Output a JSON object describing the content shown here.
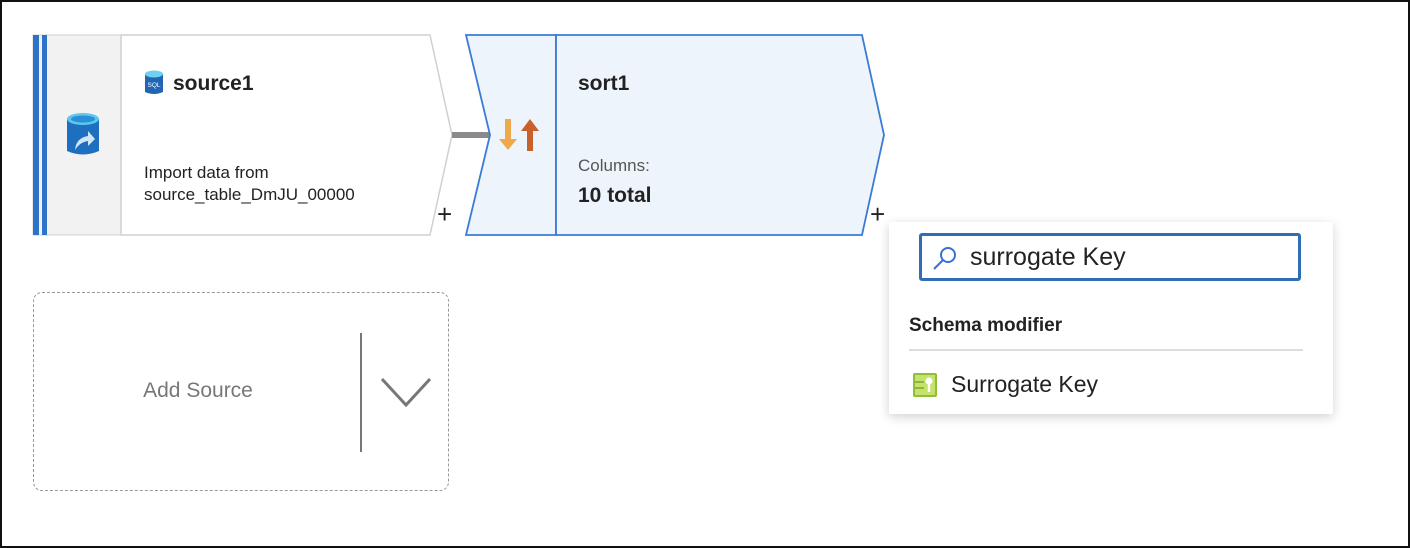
{
  "source_node": {
    "title": "source1",
    "description_line1": "Import data from",
    "description_line2": "source_table_DmJU_00000",
    "add_label": "+"
  },
  "sort_node": {
    "title": "sort1",
    "columns_label": "Columns:",
    "columns_value": "10 total",
    "add_label": "+"
  },
  "add_source": {
    "label": "Add Source"
  },
  "dropdown": {
    "search_value": "surrogate Key",
    "section_header": "Schema modifier",
    "items": [
      {
        "label": "Surrogate Key",
        "icon": "surrogate-key-icon"
      }
    ]
  },
  "colors": {
    "accent": "#2f6db5",
    "node_selected_bg": "#eef4fb",
    "node_selected_border": "#3a7bd5"
  }
}
